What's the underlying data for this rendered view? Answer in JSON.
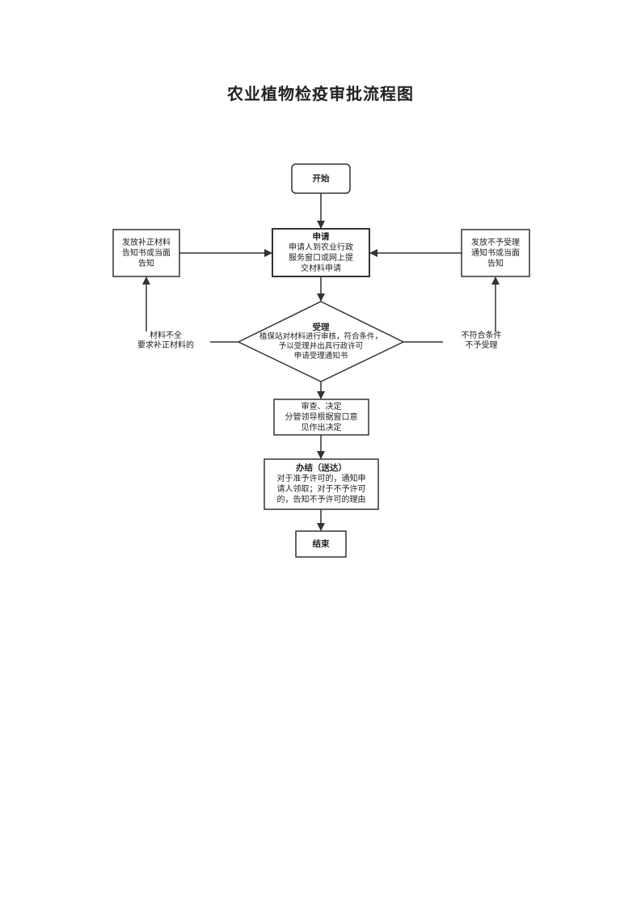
{
  "title": "农业植物检疫审批流程图",
  "nodes": {
    "start": {
      "label": "开始"
    },
    "apply": {
      "title": "申请",
      "text": "申请人到农业行政\n服务窗口或网上提\n交材料申请"
    },
    "accept": {
      "title": "受理",
      "text": "植保站对材料进行审核，符合条件，\n予以受理并出具行政许可\n申请受理通知书"
    },
    "review": {
      "title": "审查、决定",
      "text": "分管领导根据窗口意\n见作出决定"
    },
    "finish": {
      "title": "办结（送达）",
      "text": "对于准予许可的，通知申\n请人领取；对于不予许可\n的，告知不予许可的理由"
    },
    "end": {
      "label": "结束"
    },
    "supplement": {
      "text": "发放补正材料\n告知书或当面\n告知"
    },
    "reject": {
      "text": "发放不予受理\n通知书或当面\n告知"
    }
  },
  "edge_labels": {
    "incomplete": "材料不全\n要求补正材料的",
    "not_qualified": "不符合条件\n不予受理"
  }
}
